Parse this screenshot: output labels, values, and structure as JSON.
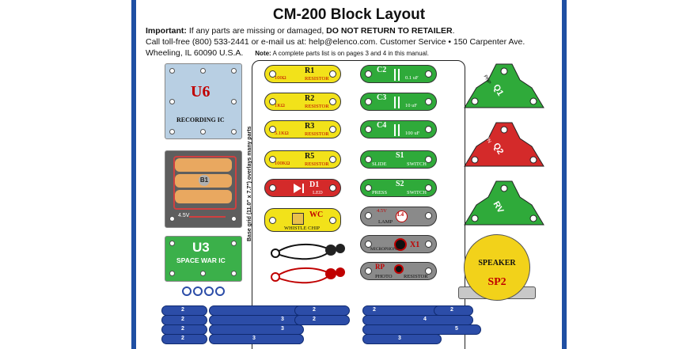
{
  "title": "CM-200 Block Layout",
  "info": {
    "important_label": "Important:",
    "important_text": " If any parts are missing or damaged, ",
    "important_bold": "DO NOT RETURN TO RETAILER",
    "line2": "Call toll-free (800) 533-2441 or e-mail us at:  help@elenco.com. Customer Service • 150 Carpenter Ave.",
    "line3": "Wheeling, IL  60090  U.S.A.",
    "note_label": "Note:",
    "note_text": " A complete parts list is on pages 3 and 4 in this manual."
  },
  "grid_label": "Base grid (11.0\" x 7.7\") overlays many parts",
  "left_parts": {
    "u6_label": "U6",
    "u6_name": "RECORDING IC",
    "battery_label": "B1",
    "battery_volt": "4.5V",
    "u3_label": "U3",
    "u3_name": "SPACE WAR IC"
  },
  "resistors": [
    {
      "id": "R1",
      "value": "100Ω",
      "name": "RESISTOR"
    },
    {
      "id": "R2",
      "value": "1KΩ",
      "name": "RESISTOR"
    },
    {
      "id": "R3",
      "value": "5.1KΩ",
      "name": "RESISTOR"
    },
    {
      "id": "R5",
      "value": "100KΩ",
      "name": "RESISTOR"
    }
  ],
  "led": {
    "id": "D1",
    "name": "LED"
  },
  "whistle": {
    "id": "WC",
    "name": "WHISTLE CHIP"
  },
  "capacitors": [
    {
      "id": "C2",
      "value": "0.1 uF"
    },
    {
      "id": "C3",
      "value": "10 uF"
    },
    {
      "id": "C4",
      "value": "100 uF"
    }
  ],
  "switches": [
    {
      "id": "S1",
      "left": "SLIDE",
      "right": "SWITCH"
    },
    {
      "id": "S2",
      "left": "PRESS",
      "right": "SWITCH"
    }
  ],
  "lamp": {
    "id": "L4",
    "volt": "4.5V",
    "name": "LAMP"
  },
  "microphone": {
    "id": "X1",
    "name": "MICROPHONE"
  },
  "photo": {
    "id": "RP",
    "left": "PHOTO",
    "right": "RESISTOR"
  },
  "transistors": [
    {
      "id": "Q1",
      "type": "PNP",
      "color": "#2faa3a"
    },
    {
      "id": "Q2",
      "type": "NPN",
      "color": "#d42a2a"
    },
    {
      "id": "RV",
      "type": "",
      "color": "#2faa3a"
    }
  ],
  "speaker": {
    "name": "SPEAKER",
    "id": "SP2"
  },
  "snap_numbers": [
    "2",
    "2",
    "2",
    "2",
    "3",
    "3",
    "3",
    "2",
    "2",
    "2",
    "4",
    "5",
    "3",
    "2"
  ],
  "colors": {
    "blue_border": "#1f4fa3",
    "snap_blue": "#2c4da8",
    "resistor_yellow": "#f2e21a",
    "cap_green": "#2faa3a",
    "led_red": "#d42a2a",
    "lamp_gray": "#8a8a8a"
  }
}
